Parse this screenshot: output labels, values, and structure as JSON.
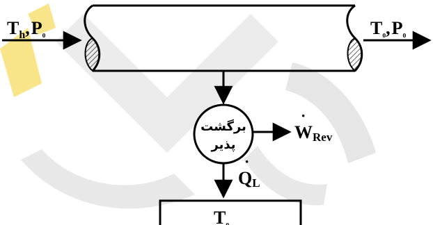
{
  "colors": {
    "ink": "#000000",
    "watermark_gray": "#cfcfcf",
    "watermark_yellow": "#f2c200",
    "background": "#ffffff"
  },
  "diagram": {
    "inlet": {
      "label": "Tₕ, P₀",
      "T": "T",
      "T_sub": "h",
      "comma": ",",
      "P": "P",
      "P_sub": "₀"
    },
    "outlet": {
      "label": "T₀, P₀",
      "T": "T",
      "T_sub": "₀",
      "comma": ",",
      "P": "P",
      "P_sub": "₀"
    },
    "engine": {
      "line1": "برگشت",
      "line2": "پذیر"
    },
    "work": {
      "symbol": "W",
      "sub": "Rev"
    },
    "heat": {
      "symbol": "Q",
      "sub": "L"
    },
    "reservoir": {
      "T": "T",
      "T_sub": "₀"
    }
  }
}
